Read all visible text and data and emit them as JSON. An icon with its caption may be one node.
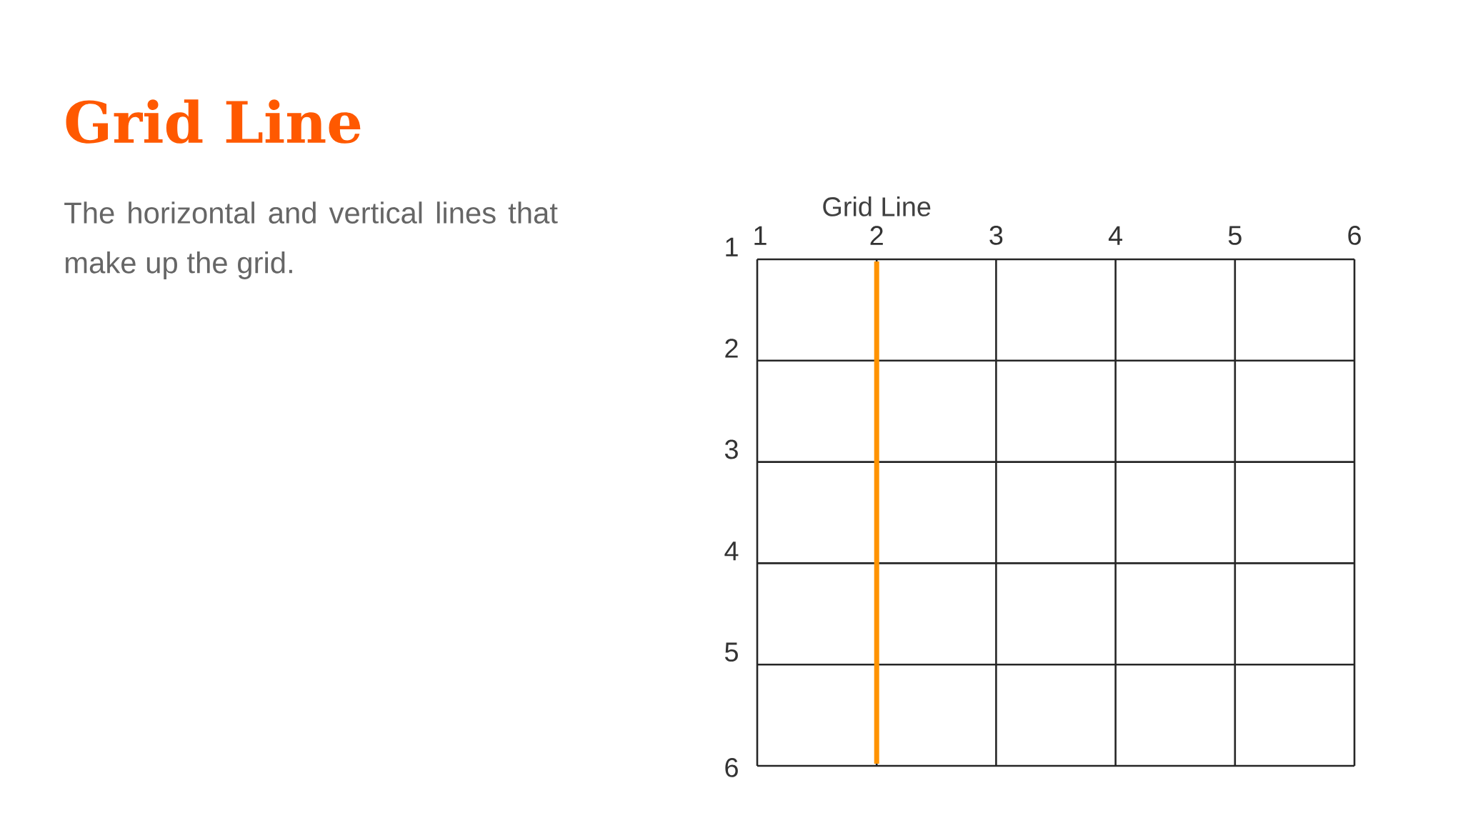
{
  "diagram": {
    "title": "Grid Line",
    "labels": [
      "The horizontal and vertical lines that make up the grid.",
      "Grid Line",
      "1",
      "2",
      "3",
      "4",
      "5",
      "6",
      "1",
      "2",
      "3",
      "4",
      "5",
      "6"
    ]
  }
}
